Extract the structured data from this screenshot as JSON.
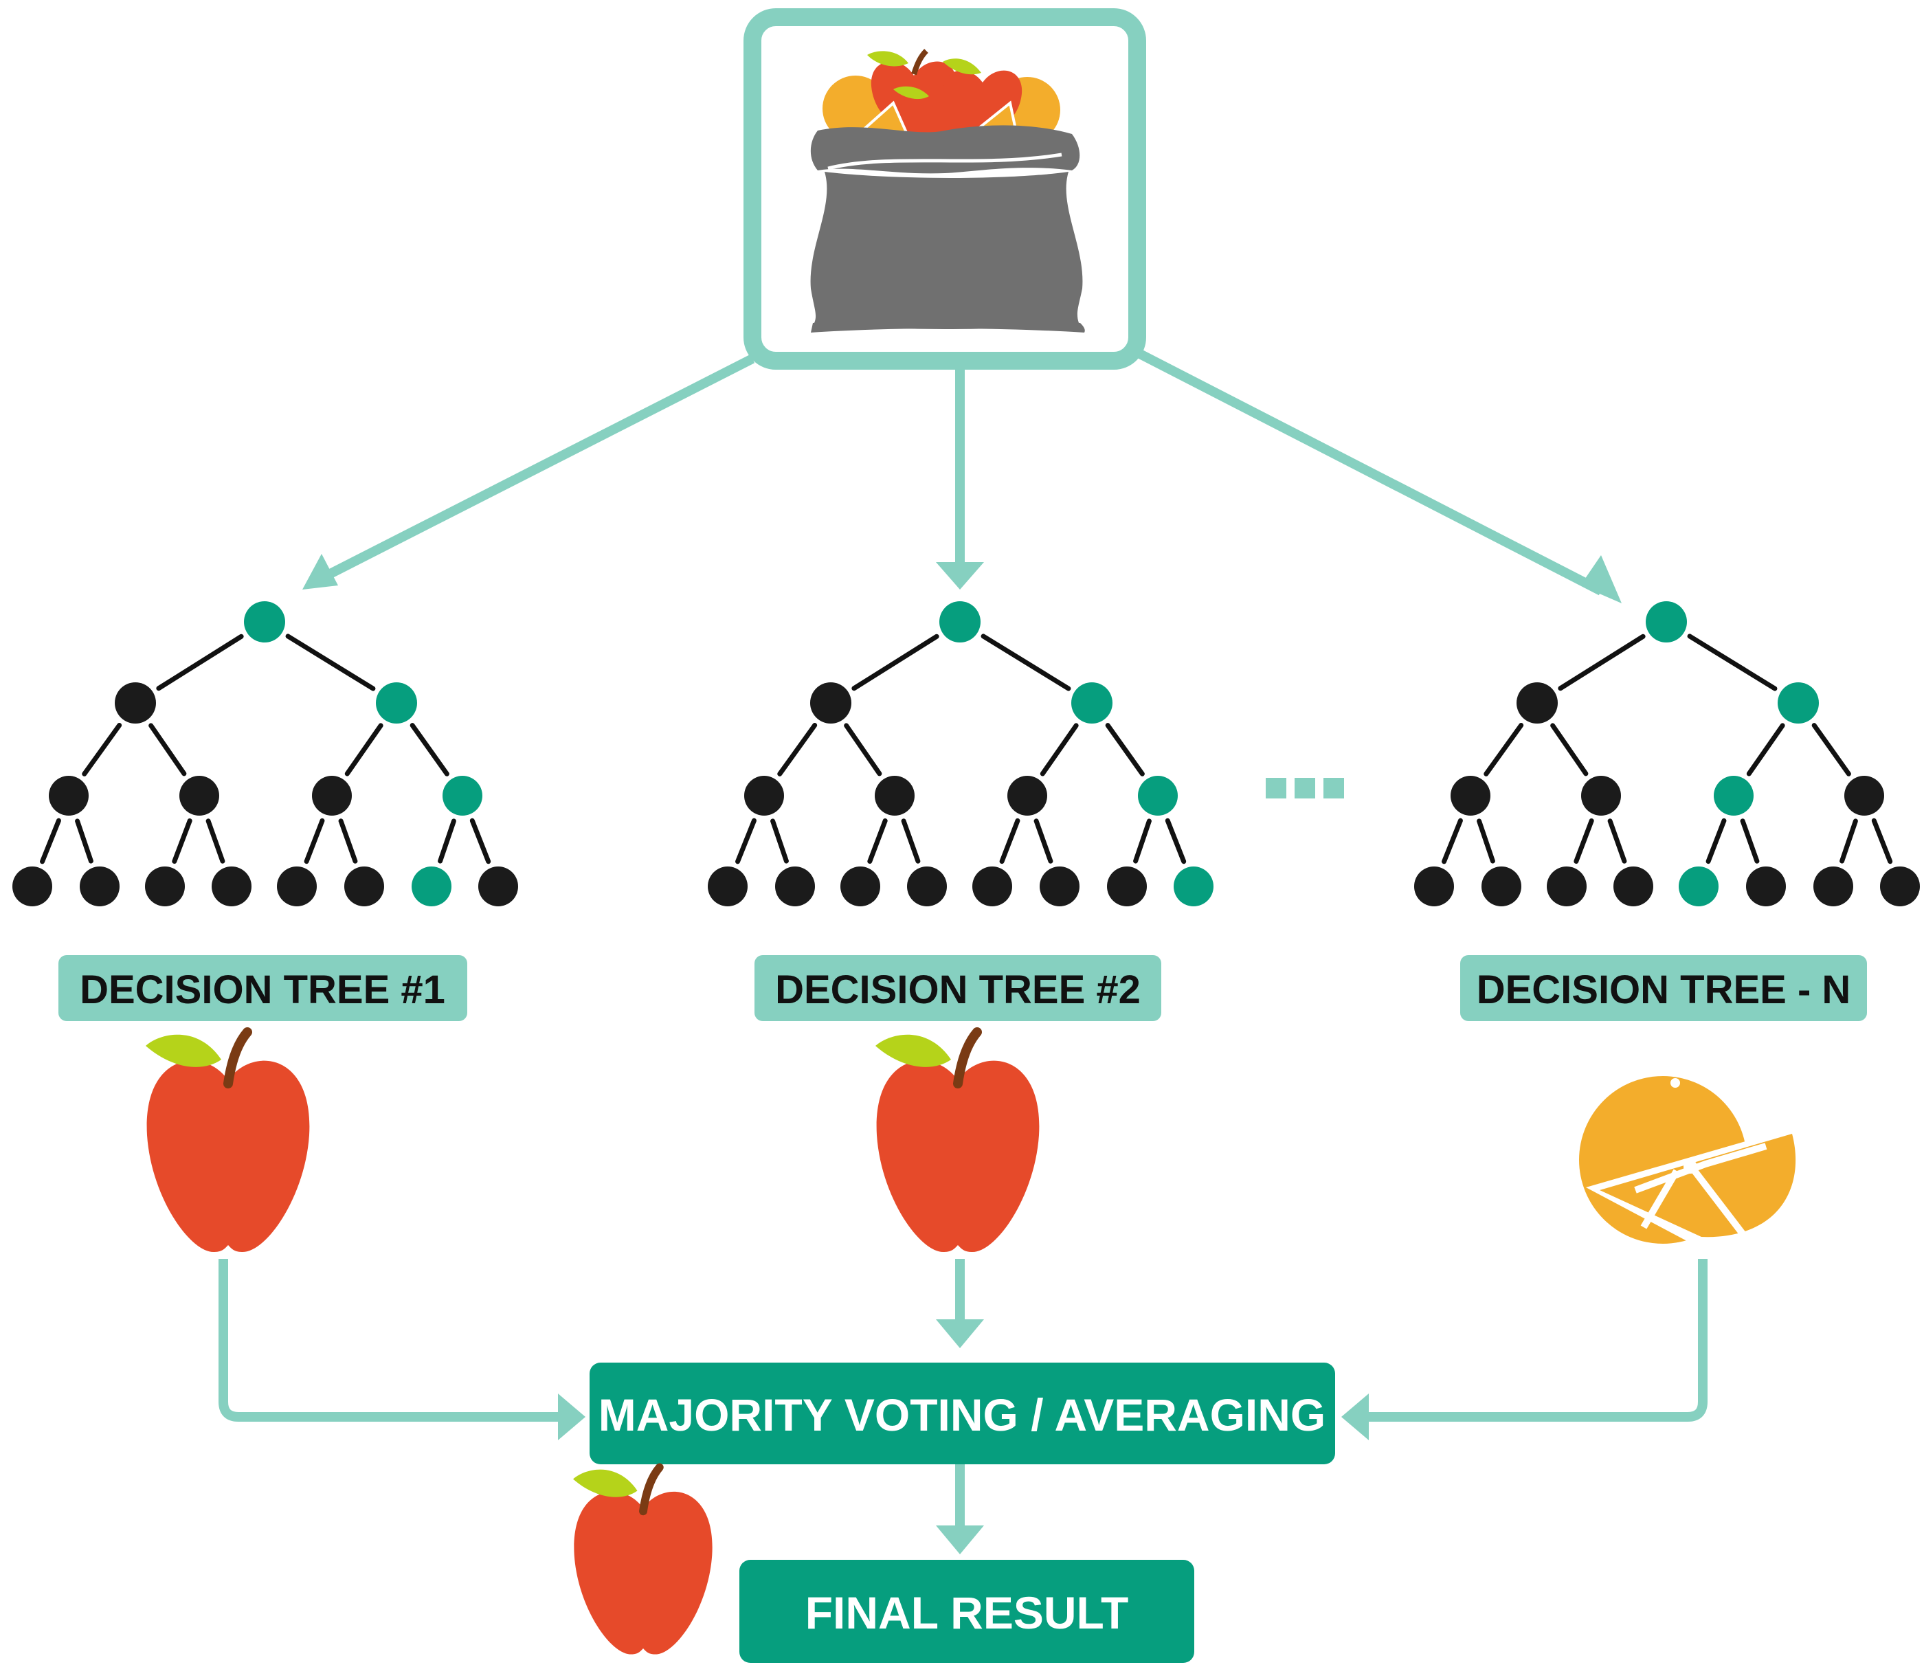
{
  "trees": [
    {
      "label": "DECISION TREE #1",
      "prediction": "apple-icon"
    },
    {
      "label": "DECISION TREE #2",
      "prediction": "apple-icon"
    },
    {
      "label": "DECISION TREE - N",
      "prediction": "orange-icon"
    }
  ],
  "aggregator": {
    "label": "MAJORITY VOTING / AVERAGING"
  },
  "result": {
    "label": "FINAL RESULT",
    "icon": "apple-icon"
  },
  "input": {
    "icon": "fruit-bag-icon"
  },
  "colors": {
    "light_teal": "#86d0c0",
    "dark_teal": "#069e7e",
    "node_black": "#1b1b1b",
    "apple_red": "#e64a2a",
    "orange_yellow": "#f3ad2c",
    "bag_gray": "#707070"
  }
}
